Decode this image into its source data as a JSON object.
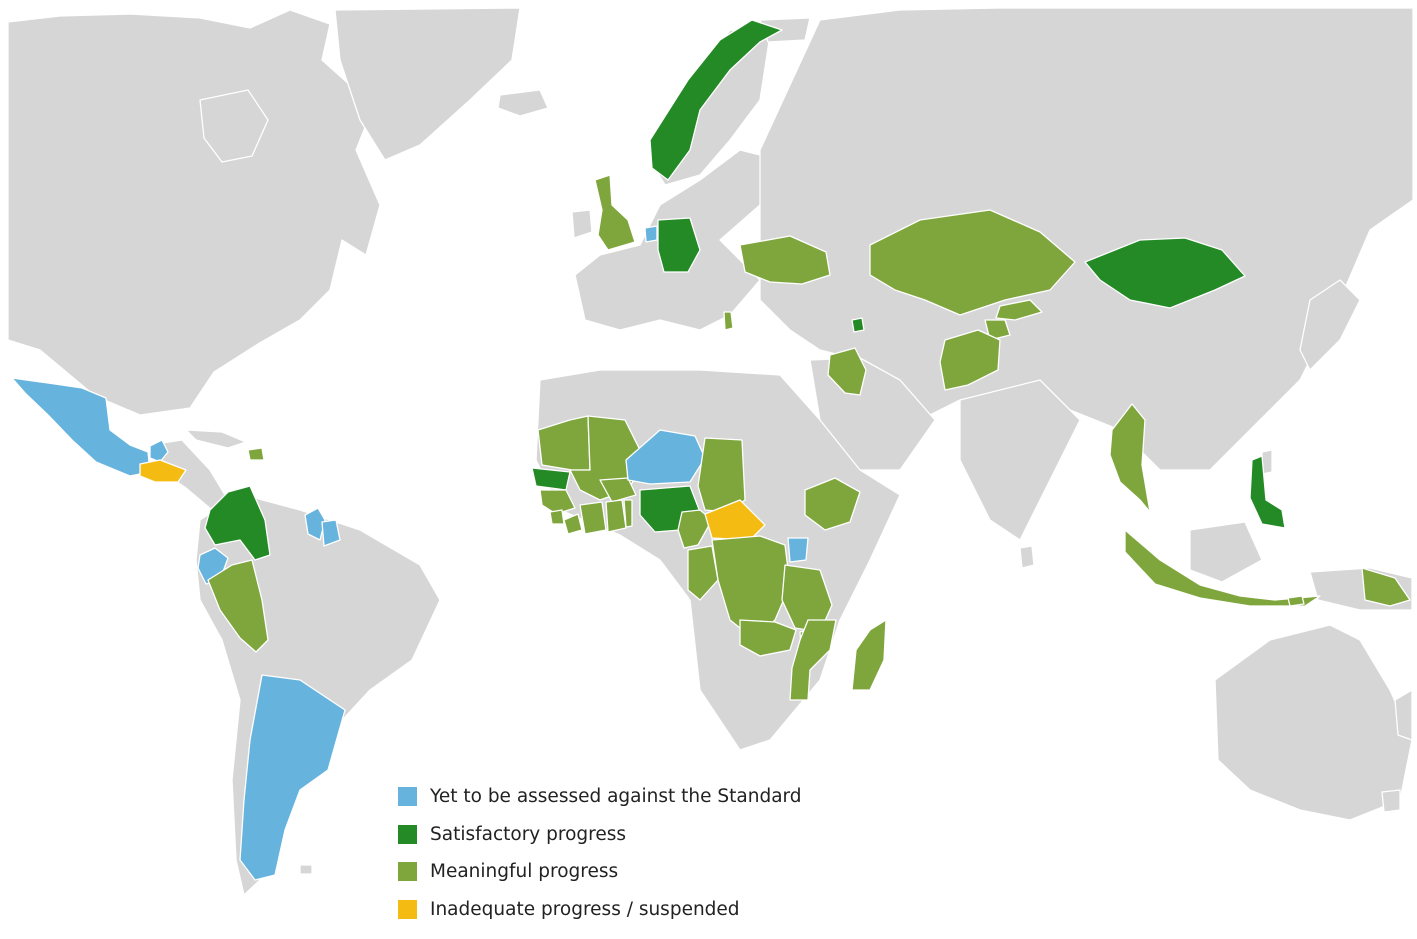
{
  "colors": {
    "background": "#ffffff",
    "land": "#d6d6d6",
    "border": "#ffffff"
  },
  "legend": {
    "items": [
      {
        "label": "Yet to be assessed against the Standard",
        "color": "#66b3de",
        "status": "yet-to-be-assessed"
      },
      {
        "label": "Satisfactory progress",
        "color": "#248a26",
        "status": "satisfactory"
      },
      {
        "label": "Meaningful progress",
        "color": "#7fa63c",
        "status": "meaningful"
      },
      {
        "label": "Inadequate progress / suspended",
        "color": "#f4bb12",
        "status": "inadequate"
      }
    ]
  },
  "countries": [
    {
      "name": "Mexico",
      "status": "yet-to-be-assessed"
    },
    {
      "name": "Guatemala",
      "status": "yet-to-be-assessed"
    },
    {
      "name": "Honduras",
      "status": "inadequate"
    },
    {
      "name": "Colombia",
      "status": "satisfactory"
    },
    {
      "name": "Ecuador",
      "status": "yet-to-be-assessed"
    },
    {
      "name": "Peru",
      "status": "meaningful"
    },
    {
      "name": "Guyana",
      "status": "yet-to-be-assessed"
    },
    {
      "name": "Suriname",
      "status": "yet-to-be-assessed"
    },
    {
      "name": "Argentina",
      "status": "yet-to-be-assessed"
    },
    {
      "name": "Dominican Republic",
      "status": "meaningful"
    },
    {
      "name": "United Kingdom",
      "status": "meaningful"
    },
    {
      "name": "Netherlands",
      "status": "yet-to-be-assessed"
    },
    {
      "name": "Germany",
      "status": "satisfactory"
    },
    {
      "name": "Norway",
      "status": "satisfactory"
    },
    {
      "name": "Ukraine",
      "status": "meaningful"
    },
    {
      "name": "Albania",
      "status": "meaningful"
    },
    {
      "name": "Armenia",
      "status": "satisfactory"
    },
    {
      "name": "Kazakhstan",
      "status": "meaningful"
    },
    {
      "name": "Kyrgyz Republic",
      "status": "meaningful"
    },
    {
      "name": "Tajikistan",
      "status": "meaningful"
    },
    {
      "name": "Afghanistan",
      "status": "meaningful"
    },
    {
      "name": "Iraq",
      "status": "meaningful"
    },
    {
      "name": "Mongolia",
      "status": "satisfactory"
    },
    {
      "name": "Myanmar",
      "status": "meaningful"
    },
    {
      "name": "Philippines",
      "status": "satisfactory"
    },
    {
      "name": "Indonesia",
      "status": "meaningful"
    },
    {
      "name": "Timor-Leste",
      "status": "meaningful"
    },
    {
      "name": "Papua New Guinea",
      "status": "meaningful"
    },
    {
      "name": "Mauritania",
      "status": "meaningful"
    },
    {
      "name": "Mali",
      "status": "meaningful"
    },
    {
      "name": "Senegal",
      "status": "satisfactory"
    },
    {
      "name": "Guinea",
      "status": "meaningful"
    },
    {
      "name": "Sierra Leone",
      "status": "meaningful"
    },
    {
      "name": "Liberia",
      "status": "meaningful"
    },
    {
      "name": "Cote d'Ivoire",
      "status": "meaningful"
    },
    {
      "name": "Burkina Faso",
      "status": "meaningful"
    },
    {
      "name": "Ghana",
      "status": "meaningful"
    },
    {
      "name": "Togo",
      "status": "meaningful"
    },
    {
      "name": "Niger",
      "status": "yet-to-be-assessed"
    },
    {
      "name": "Nigeria",
      "status": "satisfactory"
    },
    {
      "name": "Chad",
      "status": "meaningful"
    },
    {
      "name": "Cameroon",
      "status": "meaningful"
    },
    {
      "name": "Central African Republic",
      "status": "inadequate"
    },
    {
      "name": "Ethiopia",
      "status": "meaningful"
    },
    {
      "name": "Uganda",
      "status": "yet-to-be-assessed"
    },
    {
      "name": "Congo",
      "status": "meaningful"
    },
    {
      "name": "DR Congo",
      "status": "meaningful"
    },
    {
      "name": "Tanzania",
      "status": "meaningful"
    },
    {
      "name": "Zambia",
      "status": "meaningful"
    },
    {
      "name": "Malawi",
      "status": "meaningful"
    },
    {
      "name": "Mozambique",
      "status": "meaningful"
    },
    {
      "name": "Madagascar",
      "status": "meaningful"
    }
  ]
}
